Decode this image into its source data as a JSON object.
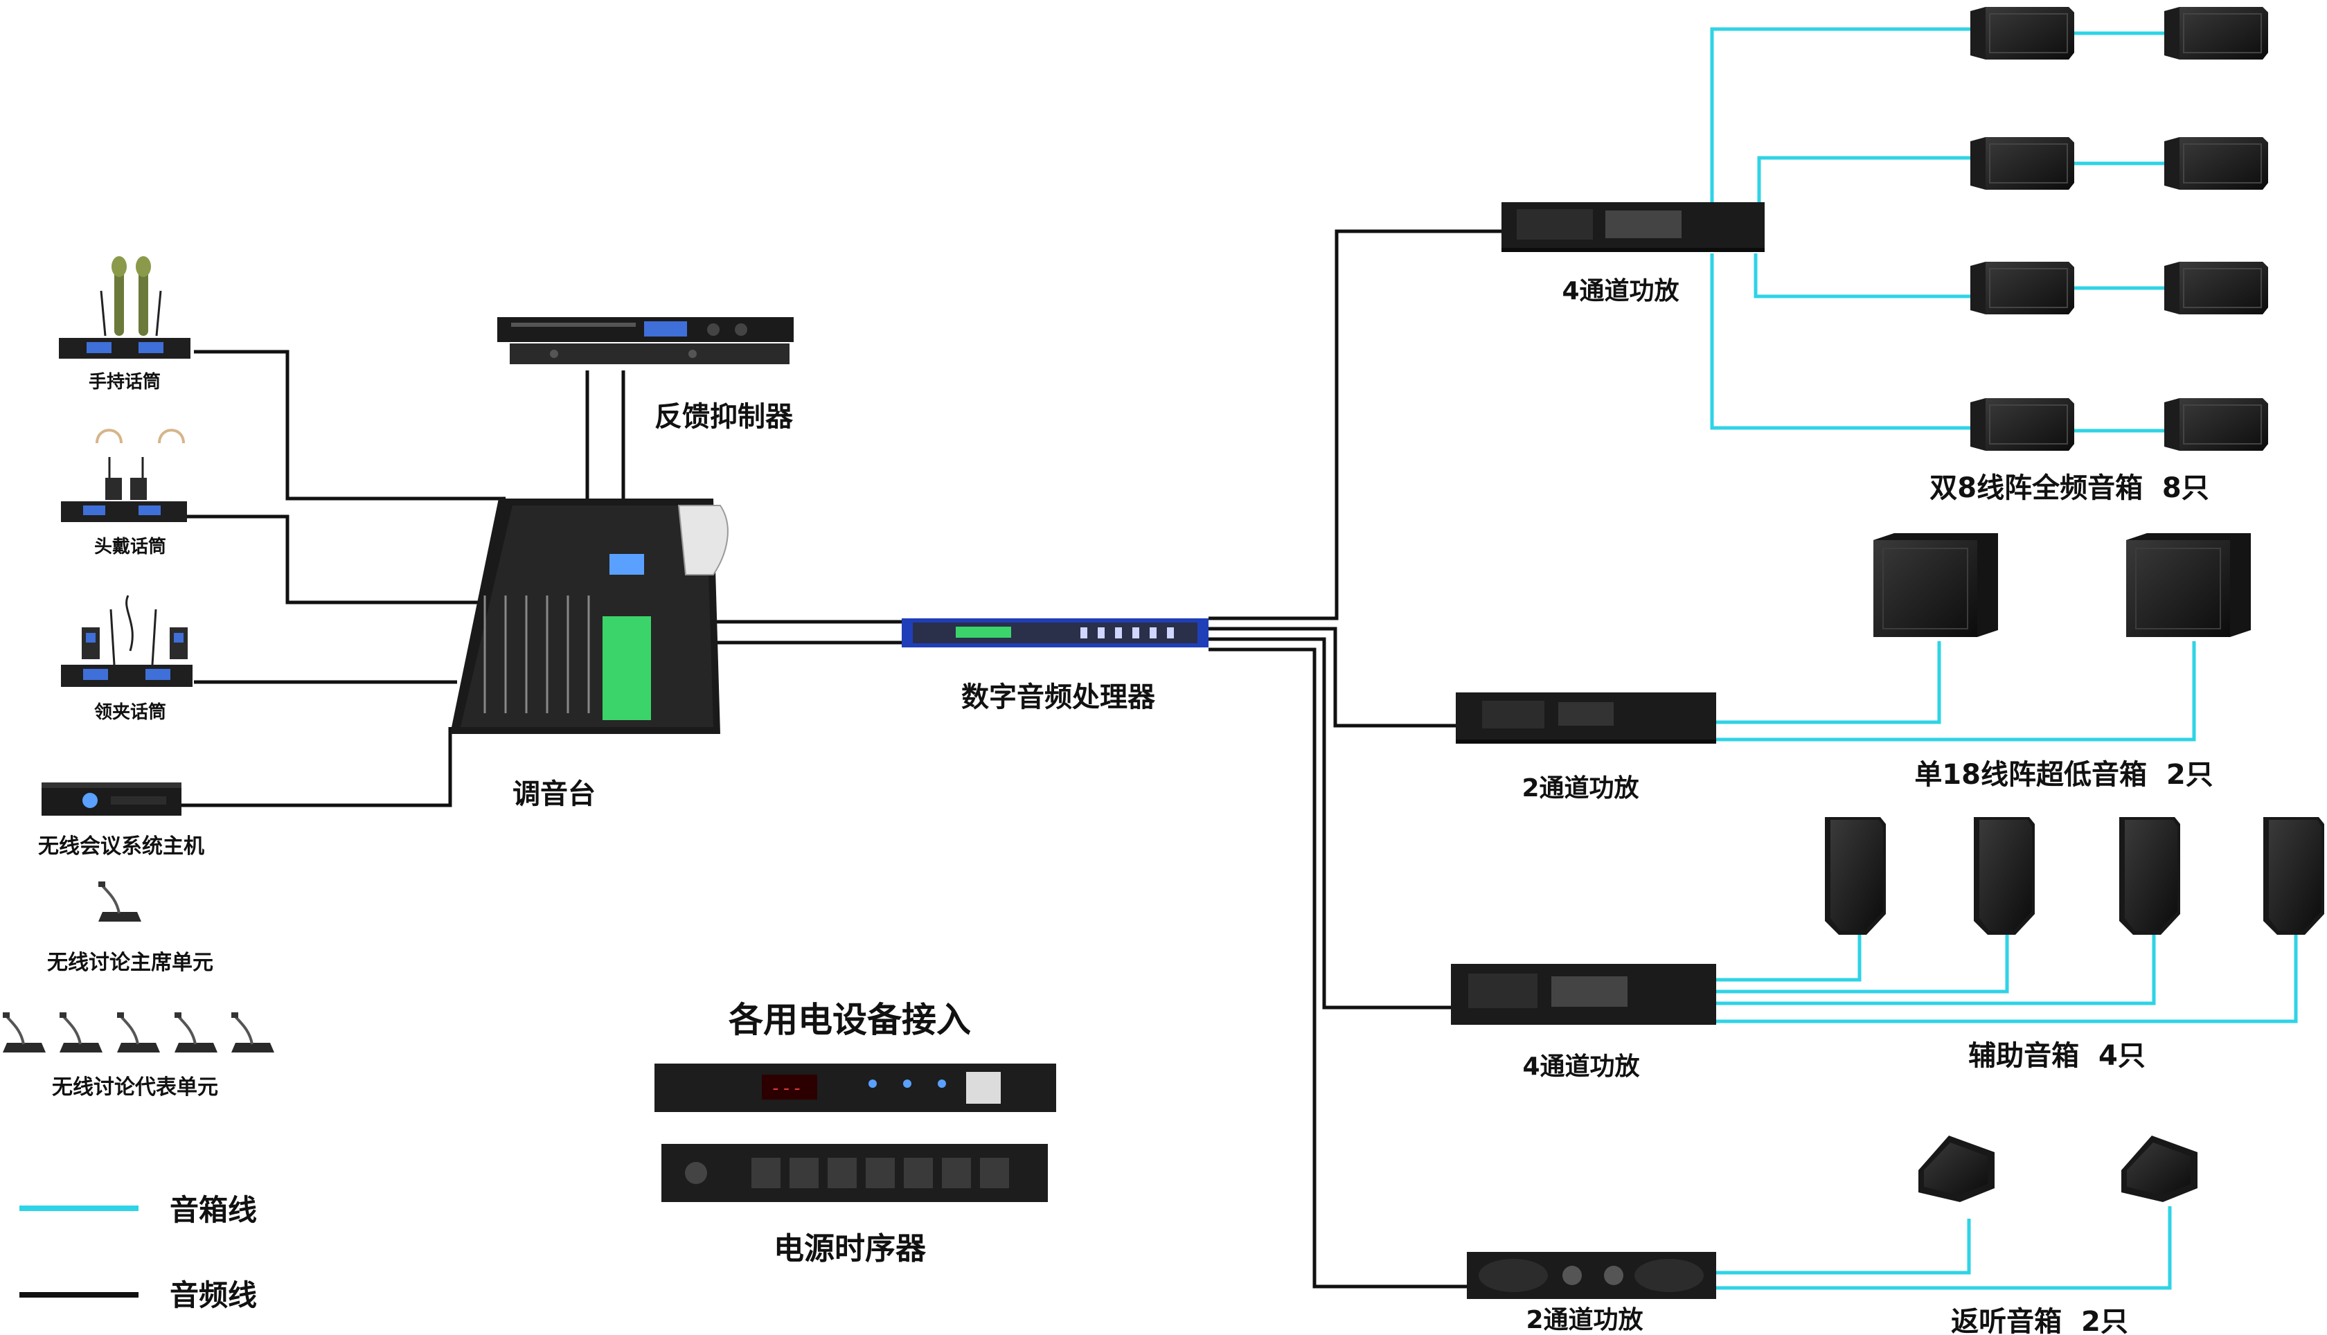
{
  "colors": {
    "speaker_cable": "#2ed3e6",
    "audio_cable": "#111111",
    "device_body": "#1b1b1b",
    "device_panel": "#2c2c2c",
    "dsp_blue": "#1f3fb8",
    "led_green": "#3bd46a",
    "led_blue": "#5aa0ff",
    "led_red": "#e03a3a"
  },
  "inputs": {
    "handheld_mic": "手持话筒",
    "headset_mic": "头戴话筒",
    "lavalier_mic": "领夹话筒",
    "conference_host": "无线会议系统主机",
    "chairman_unit": "无线讨论主席单元",
    "delegate_unit": "无线讨论代表单元"
  },
  "core": {
    "feedback_suppressor": "反馈抑制器",
    "mixer": "调音台",
    "dsp": "数字音频处理器"
  },
  "power": {
    "heading": "各用电设备接入",
    "sequencer": "电源时序器"
  },
  "amps": {
    "amp1": "4通道功放",
    "amp2": "2通道功放",
    "amp3": "4通道功放",
    "amp4": "2通道功放"
  },
  "speakers": {
    "line_array": "双8线阵全频音箱  8只",
    "subwoofer": "单18线阵超低音箱  2只",
    "aux": "辅助音箱  4只",
    "monitor": "返听音箱  2只"
  },
  "legend": {
    "speaker_cable": "音箱线",
    "audio_cable": "音频线"
  }
}
